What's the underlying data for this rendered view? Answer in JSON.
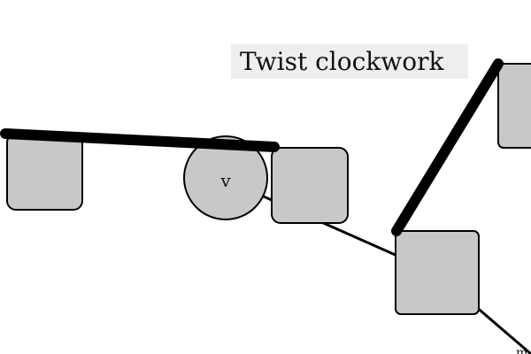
{
  "level": {
    "title": "Twist clockwork"
  },
  "nodes": {
    "center_label": "v",
    "edge_label": "m"
  },
  "colors": {
    "background": "#ffffff",
    "block_fill": "#c8c8c8",
    "outline": "#000000",
    "title_box": "#eeeeee"
  }
}
